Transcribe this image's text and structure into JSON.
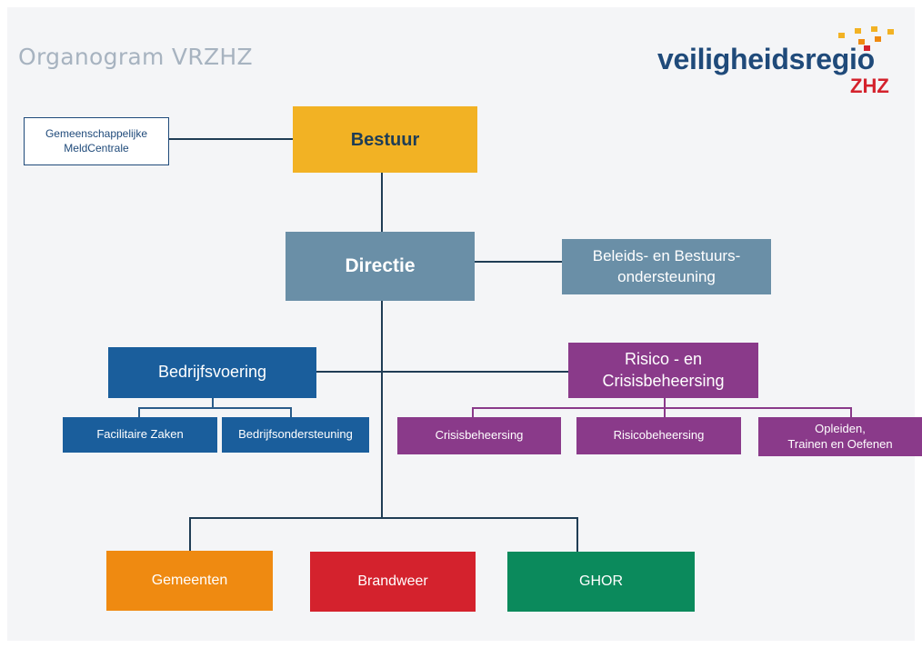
{
  "title": "Organogram VRZHZ",
  "logo": {
    "name": "veiligheidsregio",
    "sub": "ZHZ"
  },
  "colors": {
    "yellow": "#f2b224",
    "steel": "#6a8fa7",
    "blue": "#1a5e9c",
    "purple": "#8a3a8a",
    "orange": "#ef8a11",
    "red": "#d4222d",
    "green": "#0b8a5c",
    "line": "#1f3d55"
  },
  "nodes": {
    "gmc": "Gemeenschappelijke\nMeldCentrale",
    "bestuur": "Bestuur",
    "directie": "Directie",
    "beleids": "Beleids- en Bestuurs-\nondersteuning",
    "bedrijfsvoering": "Bedrijfsvoering",
    "risico": "Risico - en\nCrisisbeheersing",
    "facilitaire": "Facilitaire Zaken",
    "bedrijfsondersteuning": "Bedrijfsondersteuning",
    "crisis": "Crisisbeheersing",
    "risicobeheersing": "Risicobeheersing",
    "opleiden": "Opleiden,\nTrainen en Oefenen",
    "gemeenten": "Gemeenten",
    "brandweer": "Brandweer",
    "ghor": "GHOR"
  }
}
